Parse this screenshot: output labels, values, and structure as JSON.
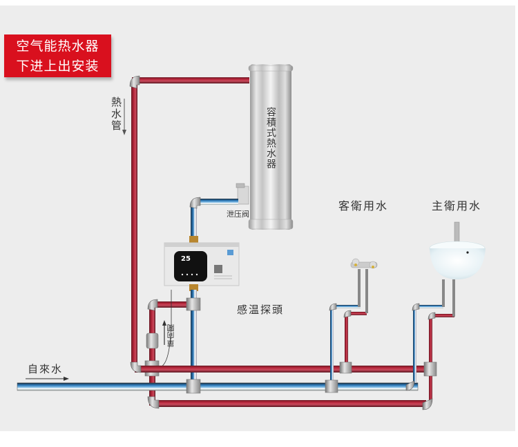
{
  "title_box": {
    "line1": "空气能热水器",
    "line2": "下进上出安装",
    "color": "#d9101e"
  },
  "labels": {
    "hot_pipe": "熱水管",
    "tank": "容積式熱水器",
    "relief_valve": "泄压阀",
    "check_valve": "單向閥",
    "temp_sensor": "感温探頭",
    "tap_water": "自來水",
    "guest_bath": "客衛用水",
    "master_bath": "主衛用水"
  },
  "heater_display": {
    "reading": "25"
  },
  "colors": {
    "hot": "#b5253a",
    "cold": "#2a78b8",
    "background": "#ededed"
  }
}
